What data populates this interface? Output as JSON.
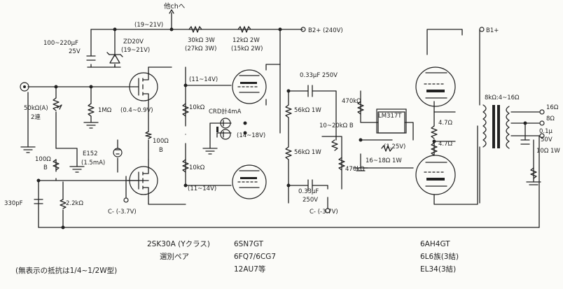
{
  "labels": {
    "top_tap": "他chへ",
    "supply_1921": "(19~21V)",
    "b2": "B2+ (240V)",
    "b1": "B1+",
    "cap_100_220": "100~220μF",
    "cap_25v": "25V",
    "zener": "ZD20V",
    "zener_range": "(19~21V)",
    "r_30k": "30kΩ 3W",
    "r_27k": "(27kΩ 3W)",
    "r_12k": "12kΩ 2W",
    "r_15k": "(15kΩ 2W)",
    "vol": "50kΩ(A)",
    "vol_gang": "2連",
    "r_1m": "1MΩ",
    "v_04_09": "(0.4~0.9V)",
    "r_100_mid": "100Ω",
    "b_mid": "B",
    "e152": "E152",
    "e152_i": "(1.5mA)",
    "r_100_left": "100Ω",
    "b_left": "B",
    "cap_330p": "330pF",
    "r_22k": "2.2kΩ",
    "c_bias_left": "C- (-3.7V)",
    "v_11_14_top": "(11~14V)",
    "v_11_14_bot": "(11~14V)",
    "r_10k_top": "10kΩ",
    "r_10k_bot": "10kΩ",
    "crd": "CRD計4mA",
    "v_14_18": "(14~18V)",
    "r_56k_top": "56kΩ 1W",
    "r_56k_bot": "56kΩ 1W",
    "cap_033_top": "0.33μF 250V",
    "cap_033_bot": "0.33μF",
    "cap_250v_bot": "250V",
    "r_470k_top": "470kΩ",
    "r_470k_bot": "470kΩ",
    "trim": "10~20kΩ B",
    "lm317": "LM317T",
    "v_125": "(1.25V)",
    "r_16_18": "16~18Ω 1W",
    "c_bias_right": "C- (-3.7V)",
    "r_47_top": "4.7Ω",
    "r_47_bot": "4.7Ω",
    "opt": "8kΩ:4~16Ω",
    "out_16": "16Ω",
    "out_8": "8Ω",
    "out_cap": "0.1μ",
    "out_cap_v": "50V",
    "out_r": "10Ω 1W",
    "legend_fet_1": "2SK30A (Yクラス)",
    "legend_fet_2": "選別ペア",
    "legend_pre_1": "6SN7GT",
    "legend_pre_2": "6FQ7/6CG7",
    "legend_pre_3": "12AU7等",
    "legend_out_1": "6AH4GT",
    "legend_out_2": "6L6族(3結)",
    "legend_out_3": "EL34(3結)",
    "note": "(無表示の抵抗は1/4~1/2W型)"
  }
}
